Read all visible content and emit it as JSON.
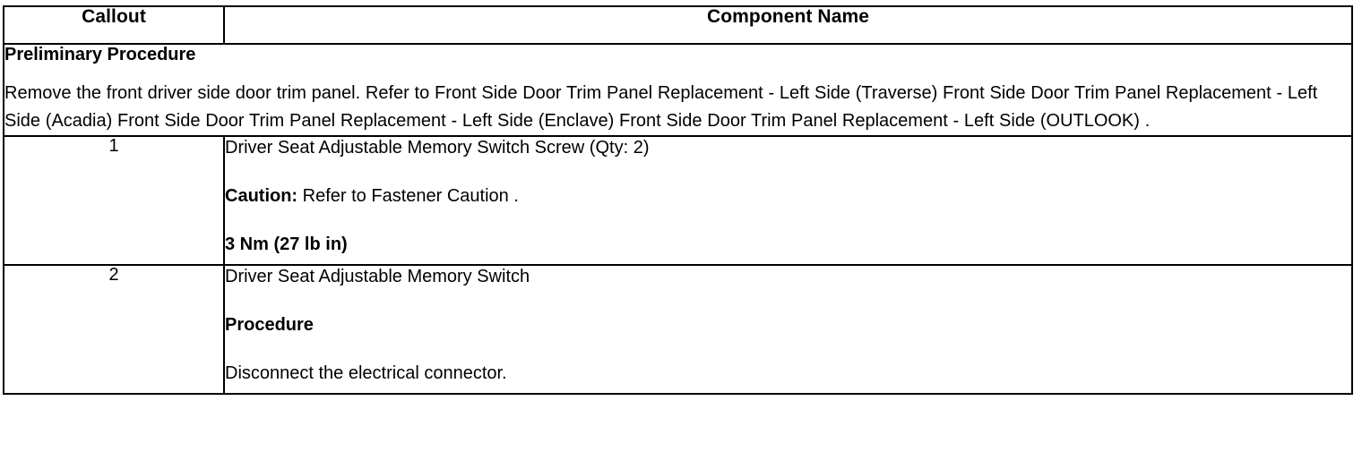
{
  "table": {
    "headers": {
      "callout": "Callout",
      "component_name": "Component Name"
    },
    "preliminary": {
      "title": "Preliminary Procedure",
      "body": "Remove the front driver side door trim panel. Refer to Front Side Door Trim Panel Replacement - Left Side (Traverse) Front Side Door Trim Panel Replacement - Left Side (Acadia) Front Side Door Trim Panel Replacement - Left Side (Enclave) Front Side Door Trim Panel Replacement - Left Side (OUTLOOK) ."
    },
    "rows": [
      {
        "callout": "1",
        "lines": [
          {
            "text": "Driver Seat Adjustable Memory Switch Screw (Qty: 2)",
            "bold": false
          },
          {
            "lead": "Caution:",
            "text": " Refer to Fastener Caution .",
            "bold": false
          },
          {
            "text": "3 Nm (27 lb in)",
            "bold": true
          }
        ]
      },
      {
        "callout": "2",
        "lines": [
          {
            "text": "Driver Seat Adjustable Memory Switch",
            "bold": false
          },
          {
            "text": "Procedure",
            "bold": true
          },
          {
            "text": "Disconnect the electrical connector.",
            "bold": false
          }
        ]
      }
    ]
  },
  "colors": {
    "border": "#000000",
    "background": "#ffffff",
    "text": "#000000"
  }
}
